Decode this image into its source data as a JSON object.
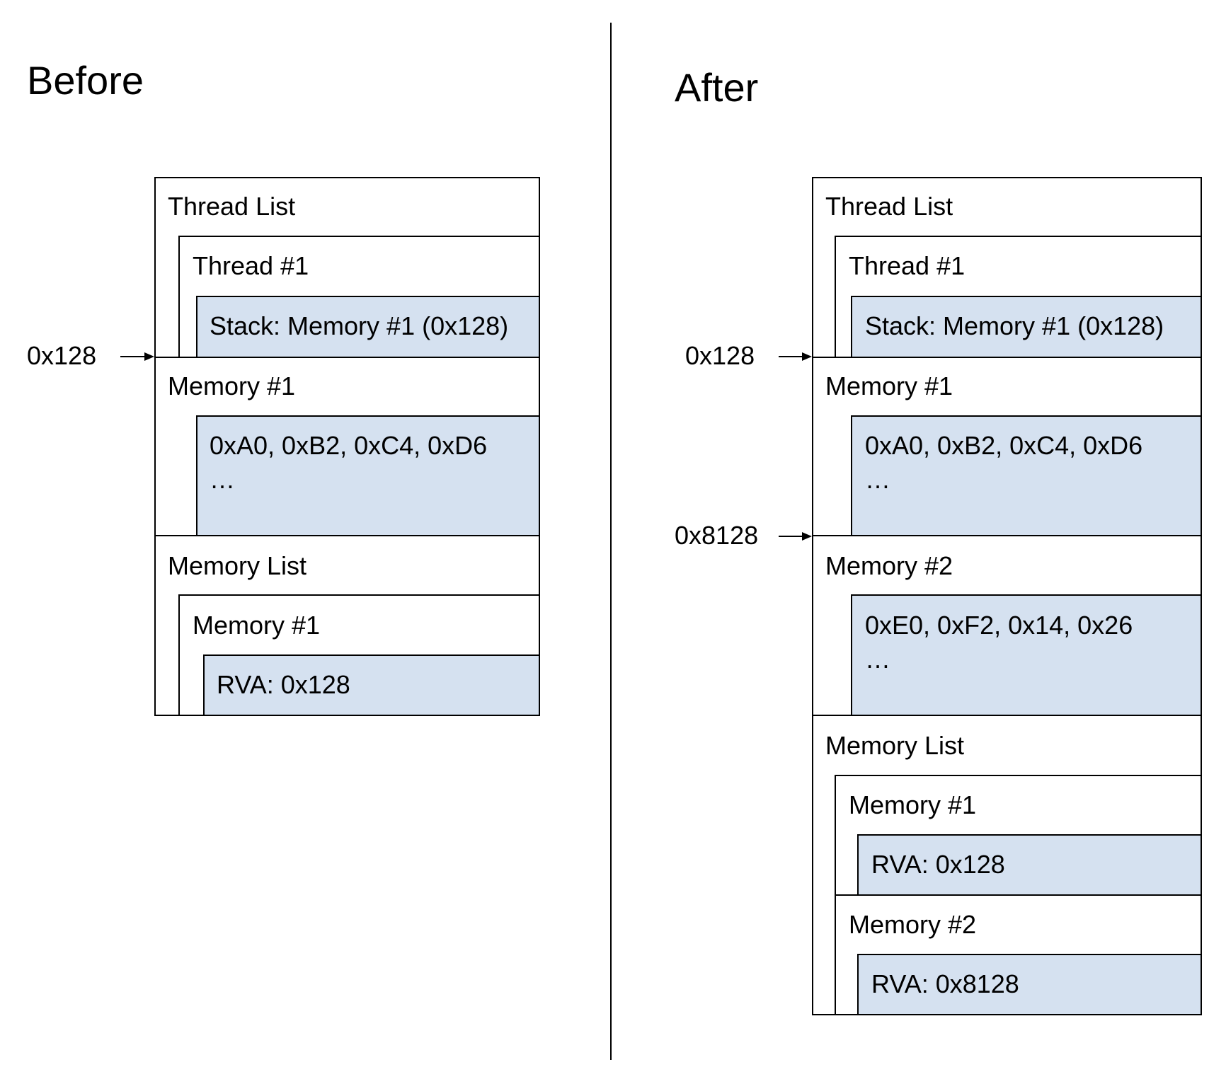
{
  "before": {
    "title": "Before",
    "addr_labels": [
      "0x128"
    ],
    "thread_list": "Thread List",
    "thread_1": "Thread #1",
    "stack_entry": "Stack: Memory #1 (0x128)",
    "memory_1": "Memory #1",
    "memory_1_bytes": "0xA0, 0xB2, 0xC4, 0xD6",
    "memory_1_ellipsis": "…",
    "memory_list": "Memory List",
    "list_memory_1": "Memory #1",
    "list_memory_1_rva": "RVA: 0x128"
  },
  "after": {
    "title": "After",
    "addr_labels": [
      "0x128",
      "0x8128"
    ],
    "thread_list": "Thread List",
    "thread_1": "Thread #1",
    "stack_entry": "Stack: Memory #1 (0x128)",
    "memory_1": "Memory #1",
    "memory_1_bytes": "0xA0, 0xB2, 0xC4, 0xD6",
    "memory_1_ellipsis": "…",
    "memory_2": "Memory #2",
    "memory_2_bytes": "0xE0, 0xF2, 0x14, 0x26",
    "memory_2_ellipsis": "…",
    "memory_list": "Memory List",
    "list_memory_1": "Memory #1",
    "list_memory_1_rva": "RVA: 0x128",
    "list_memory_2": "Memory #2",
    "list_memory_2_rva": "RVA: 0x8128"
  },
  "colors": {
    "highlight": "#d5e1f0",
    "line": "#000000"
  }
}
